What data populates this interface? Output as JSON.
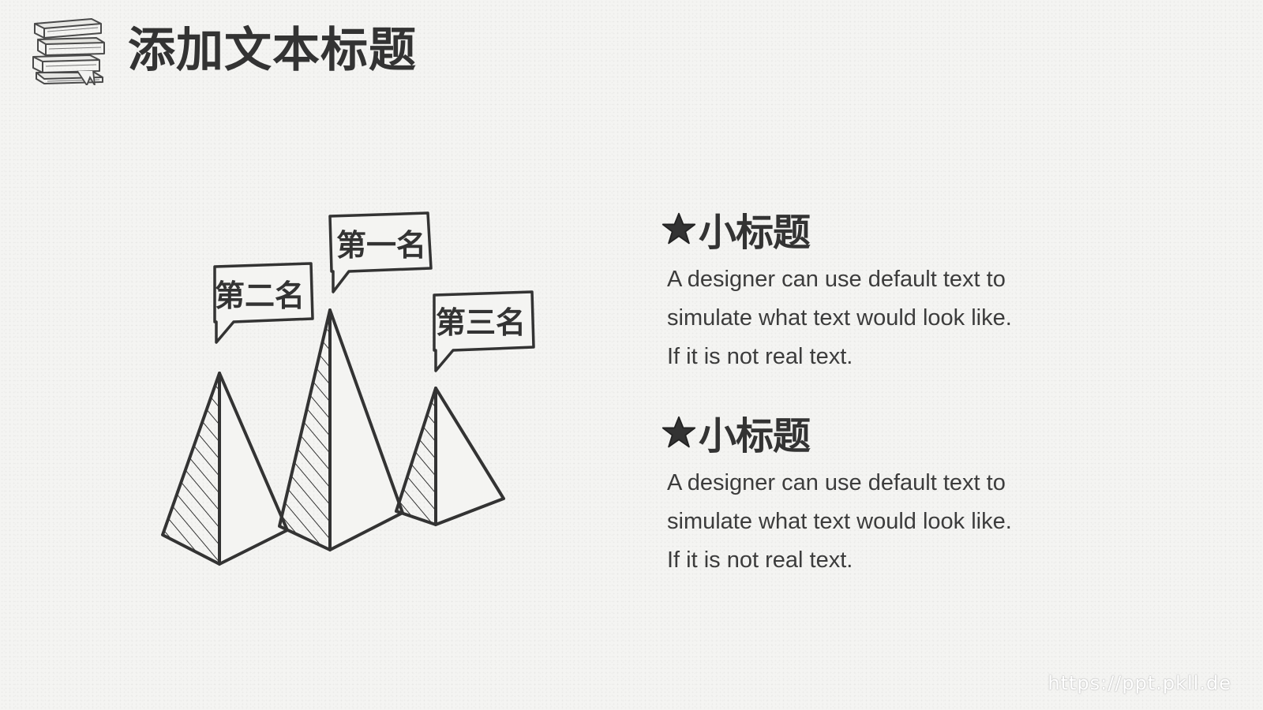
{
  "header": {
    "title": "添加文本标题",
    "icon": "books-stack-icon"
  },
  "figure": {
    "labels": {
      "first": "第一名",
      "second": "第二名",
      "third": "第三名"
    }
  },
  "sections": [
    {
      "icon": "star-icon",
      "title": "小标题",
      "body_lines": [
        "A designer can use default text to",
        "simulate what text would look like.",
        "If it is not real text."
      ]
    },
    {
      "icon": "star-icon",
      "title": "小标题",
      "body_lines": [
        "A designer can use default text to",
        "simulate what text would look like.",
        "If it is not real text."
      ]
    }
  ],
  "watermark": "https://ppt.pkll.de",
  "colors": {
    "ink": "#333333",
    "background": "#f4f4f2"
  }
}
